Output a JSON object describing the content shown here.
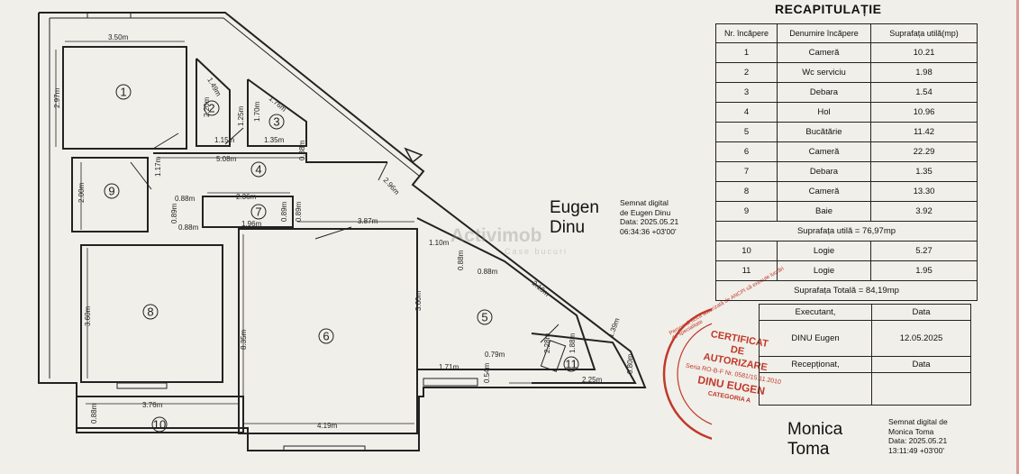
{
  "floor_plan": {
    "rooms": [
      {
        "number": "1"
      },
      {
        "number": "2"
      },
      {
        "number": "3"
      },
      {
        "number": "4"
      },
      {
        "number": "5"
      },
      {
        "number": "6"
      },
      {
        "number": "7"
      },
      {
        "number": "8"
      },
      {
        "number": "9"
      },
      {
        "number": "10"
      },
      {
        "number": "11"
      }
    ],
    "dimensions": [
      "3.50m",
      "2.97m",
      "1.49m",
      "2.20m",
      "1.25m",
      "1.15m",
      "1.70m",
      "1.76m",
      "1.35m",
      "5.08m",
      "0.88m",
      "1.17m",
      "2.00m",
      "0.88m",
      "2.36m",
      "0.89m",
      "0.88m",
      "1.96m",
      "0.89m",
      "0.89m",
      "3.87m",
      "2.96m",
      "1.10m",
      "0.88m",
      "0.88m",
      "2.19m",
      "3.60m",
      "3.60m",
      "8.35m",
      "0.79m",
      "0.54m",
      "1.71m",
      "2.25m",
      "1.88m",
      "1.39m",
      "0.80m",
      "3.76m",
      "0.88m",
      "4.19m",
      "2.28m"
    ]
  },
  "watermark": {
    "brand": "Activimob",
    "sub": "Case bucuri"
  },
  "signature1": {
    "name_line1": "Eugen",
    "name_line2": "Dinu",
    "lines": [
      "Semnat digital",
      "de Eugen Dinu",
      "Data: 2025.05.21",
      "06:34:36 +03'00'"
    ]
  },
  "signature2": {
    "name_line1": "Monica",
    "name_line2": "Toma",
    "lines": [
      "Semnat digital de",
      "Monica Toma",
      "Data: 2025.05.21",
      "13:11:49 +03'00'"
    ]
  },
  "recap": {
    "title": "RECAPITULAȚIE",
    "headers": [
      "Nr. încăpere",
      "Denumire încăpere",
      "Suprafața utilă(mp)"
    ],
    "rows": [
      {
        "nr": "1",
        "name": "Cameră",
        "area": "10.21"
      },
      {
        "nr": "2",
        "name": "Wc serviciu",
        "area": "1.98"
      },
      {
        "nr": "3",
        "name": "Debara",
        "area": "1.54"
      },
      {
        "nr": "4",
        "name": "Hol",
        "area": "10.96"
      },
      {
        "nr": "5",
        "name": "Bucătărie",
        "area": "11.42"
      },
      {
        "nr": "6",
        "name": "Cameră",
        "area": "22.29"
      },
      {
        "nr": "7",
        "name": "Debara",
        "area": "1.35"
      },
      {
        "nr": "8",
        "name": "Cameră",
        "area": "13.30"
      },
      {
        "nr": "9",
        "name": "Baie",
        "area": "3.92"
      }
    ],
    "useful_total": "Suprafața utilă = 76,97mp",
    "logia_rows": [
      {
        "nr": "10",
        "name": "Logie",
        "area": "5.27"
      },
      {
        "nr": "11",
        "name": "Logie",
        "area": "1.95"
      }
    ],
    "grand_total": "Suprafața Totală = 84,19mp"
  },
  "signoff": {
    "executant_label": "Executant,",
    "data_label": "Data",
    "executant_name": "DINU Eugen",
    "executant_date": "12.05.2025",
    "receptionat_label": "Recepționat,",
    "data_label2": "Data"
  },
  "stamp": {
    "outer_text": "Persoană fizică autorizată de ANCPI să execute lucrări de specialitate",
    "line1": "CERTIFICAT",
    "line2": "DE",
    "line3": "AUTORIZARE",
    "series": "Seria RO-B-F Nr. 0581/15.11.2010",
    "name": "DINU EUGEN",
    "category": "CATEGORIA A"
  },
  "colors": {
    "ink": "#222222",
    "stamp_red": "#c0392b",
    "paper": "#f1efe9"
  }
}
